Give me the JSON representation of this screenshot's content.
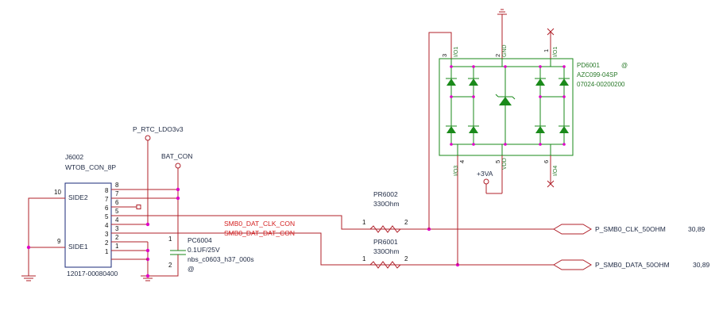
{
  "connector": {
    "refdes": "J6002",
    "value": "WTOB_CON_8P",
    "part": "12017-00080400",
    "side2": "SIDE2",
    "side1": "SIDE1",
    "pins_right": [
      "8",
      "7",
      "6",
      "5",
      "4",
      "3",
      "2",
      "1"
    ],
    "pin_side2": "10",
    "pin_side1": "9"
  },
  "power": {
    "rtc": "P_RTC_LDO3v3",
    "bat": "BAT_CON",
    "v3": "+3VA"
  },
  "nets": {
    "clk": "SMB0_DAT_CLK_CON",
    "dat": "SMB0_DAT_DAT_CON"
  },
  "capacitor": {
    "refdes": "PC6004",
    "value": "0.1UF/25V",
    "footprint": "nbs_c0603_h37_000s",
    "flag": "@",
    "pin1": "1",
    "pin2": "2"
  },
  "resistors": [
    {
      "refdes": "PR6002",
      "value": "330Ohm",
      "p1": "1",
      "p2": "2"
    },
    {
      "refdes": "PR6001",
      "value": "330Ohm",
      "p1": "1",
      "p2": "2"
    }
  ],
  "esd": {
    "refdes": "PD6001",
    "flag": "@",
    "part": "AZC099-04SP",
    "partno": "07024-00200200",
    "pin_labels_top": [
      "I/O1",
      "GND",
      "I/O1"
    ],
    "pin_numbers_top": [
      "3",
      "2",
      "1"
    ],
    "pin_labels_bottom": [
      "I/O3",
      "VDD",
      "I/O4"
    ],
    "pin_numbers_bottom": [
      "4",
      "5",
      "6"
    ]
  },
  "outputs": [
    {
      "name": "P_SMB0_CLK_50OHM",
      "ref": "30,89"
    },
    {
      "name": "P_SMB0_DATA_50OHM",
      "ref": "30,89"
    }
  ]
}
